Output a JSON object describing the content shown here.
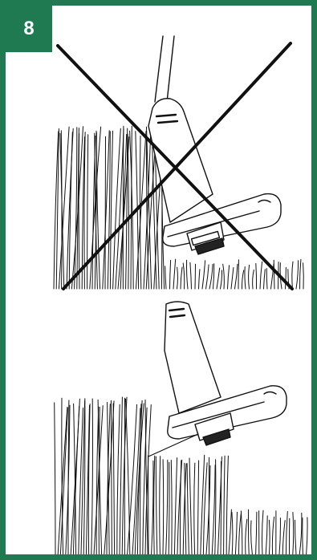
{
  "step": {
    "number": "8"
  },
  "colors": {
    "frame": "#1f7a52",
    "badge_text": "#ffffff",
    "ink": "#111111"
  },
  "illustrations": [
    {
      "name": "incorrect-cutting-angle",
      "crossed_out": true
    },
    {
      "name": "correct-cutting-angle",
      "crossed_out": false
    }
  ]
}
